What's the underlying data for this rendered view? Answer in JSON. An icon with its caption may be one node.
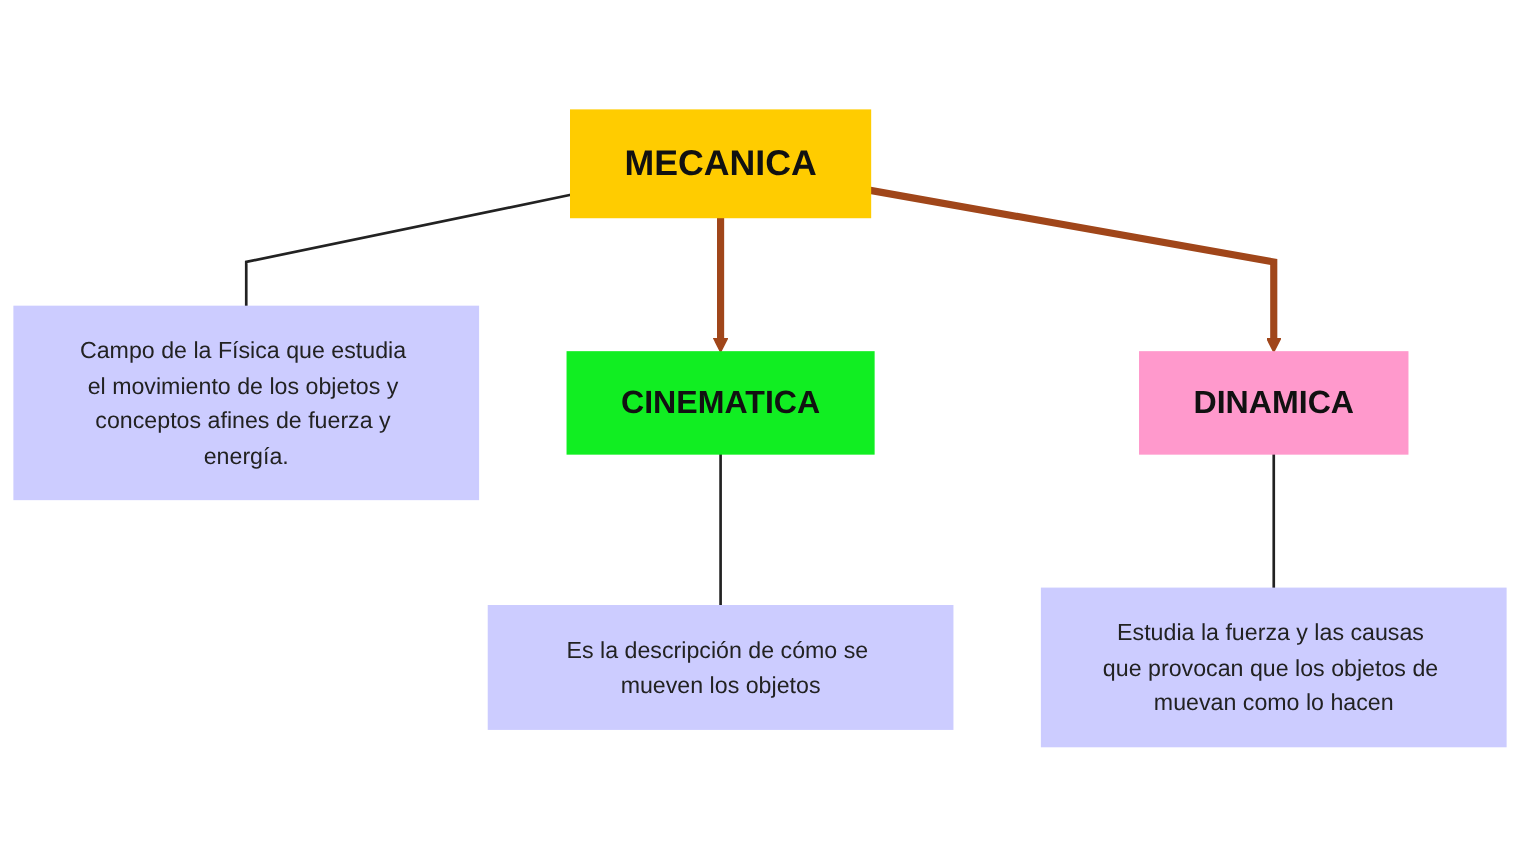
{
  "diagram": {
    "nodes": [
      {
        "text": [
          "MECANICA"
        ]
      },
      {
        "text": [
          "Campo de la Física que estudia el movimiento de los objetos y conceptos afines de fuerza y energía."
        ]
      },
      {
        "text": [
          "CINEMATICA"
        ]
      },
      {
        "text": [
          "DINAMICA"
        ]
      },
      {
        "text": [
          "Es la descripción de cómo se mueven los objetos"
        ]
      },
      {
        "text": [
          "Estudia la fuerza y las causas que provocan que los objetos de muevan como lo hacen"
        ]
      }
    ],
    "edges": [
      {
        "from": 0,
        "to": 1,
        "arrow": "none"
      },
      {
        "from": 0,
        "to": 2,
        "arrow": "to",
        "style": "thick",
        "color": "#a0461a"
      },
      {
        "from": 0,
        "to": 3,
        "arrow": "to",
        "style": "thick",
        "color": "#a0461a"
      },
      {
        "from": 2,
        "to": 4,
        "arrow": "none"
      },
      {
        "from": 3,
        "to": 5,
        "arrow": "none"
      }
    ]
  }
}
